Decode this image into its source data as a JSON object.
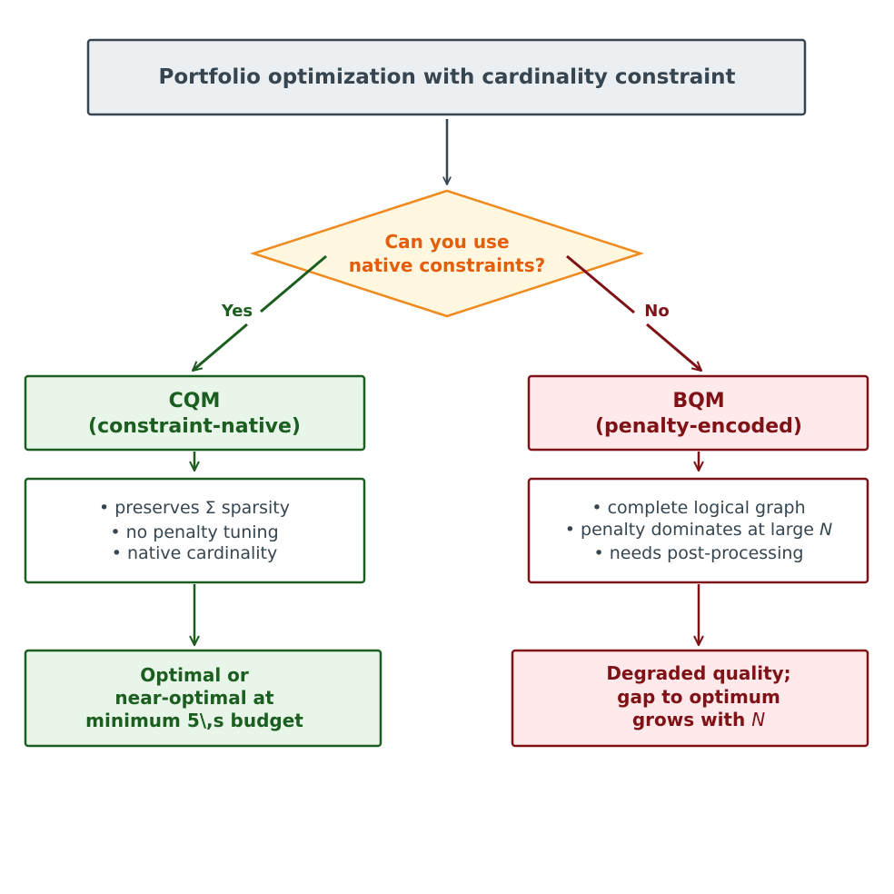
{
  "title": "Portfolio optimization with cardinality constraint",
  "question": {
    "line1": "Can you use",
    "line2": "native constraints?"
  },
  "edges": {
    "yes": "Yes",
    "no": "No"
  },
  "left": {
    "head_line1": "CQM",
    "head_line2": "(constraint-native)",
    "bullets": [
      "• preserves Σ sparsity",
      "• no penalty tuning",
      "• native cardinality"
    ],
    "outcome": [
      "Optimal or",
      "near-optimal at",
      "minimum 5\\,s budget"
    ]
  },
  "right": {
    "head_line1": "BQM",
    "head_line2": "(penalty-encoded)",
    "bullets": [
      "• complete logical graph",
      "• penalty dominates at large ",
      "• needs post-processing"
    ],
    "bullet2_var": "N",
    "outcome": [
      "Degraded quality;",
      "gap to optimum",
      "grows with "
    ],
    "outcome3_var": "N"
  },
  "colors": {
    "dark": "#36454f",
    "orange": "#ef8a1f",
    "orange_text": "#e35d0b",
    "yes_green": "#1b5e20",
    "no_red": "#7f1216",
    "title_fill": "#eceff2",
    "diamond_fill": "#fff7e0",
    "green_fill": "#e8f5e9",
    "red_fill": "#ffe9eb"
  }
}
